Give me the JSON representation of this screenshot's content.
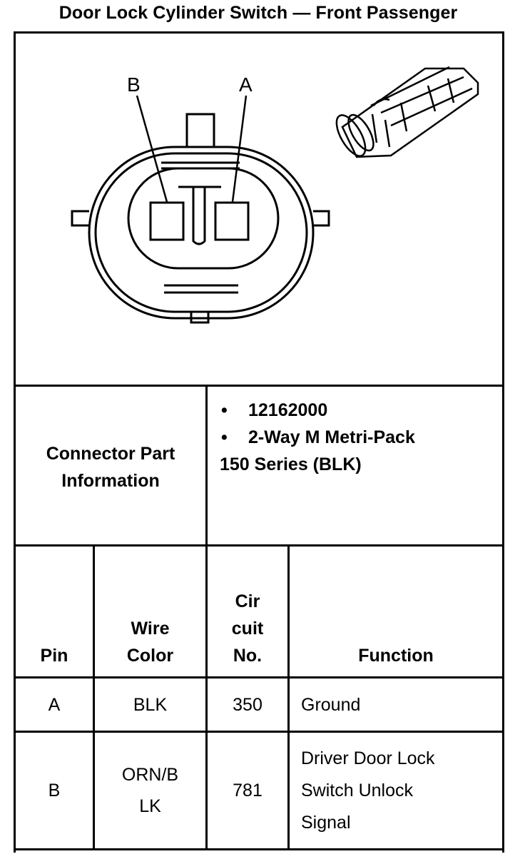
{
  "title": "Door Lock Cylinder Switch — Front Passenger",
  "diagram": {
    "pin_labels": [
      "B",
      "A"
    ]
  },
  "connector_info": {
    "label_line1": "Connector Part",
    "label_line2": "Information",
    "bullet_symbol": "•",
    "part_number": "12162000",
    "description_line1": "2-Way M Metri-Pack",
    "description_line2": "150 Series (BLK)"
  },
  "table": {
    "headers": {
      "pin": "Pin",
      "wire_color_1": "Wire",
      "wire_color_2": "Color",
      "circuit_1": "Cir",
      "circuit_2": "cuit",
      "circuit_3": "No.",
      "function": "Function"
    },
    "rows": [
      {
        "pin": "A",
        "wire_color": [
          "BLK"
        ],
        "circuit": "350",
        "function": [
          "Ground"
        ]
      },
      {
        "pin": "B",
        "wire_color": [
          "ORN/B",
          "LK"
        ],
        "circuit": "781",
        "function": [
          "Driver Door Lock",
          "Switch Unlock",
          "Signal"
        ]
      }
    ]
  }
}
